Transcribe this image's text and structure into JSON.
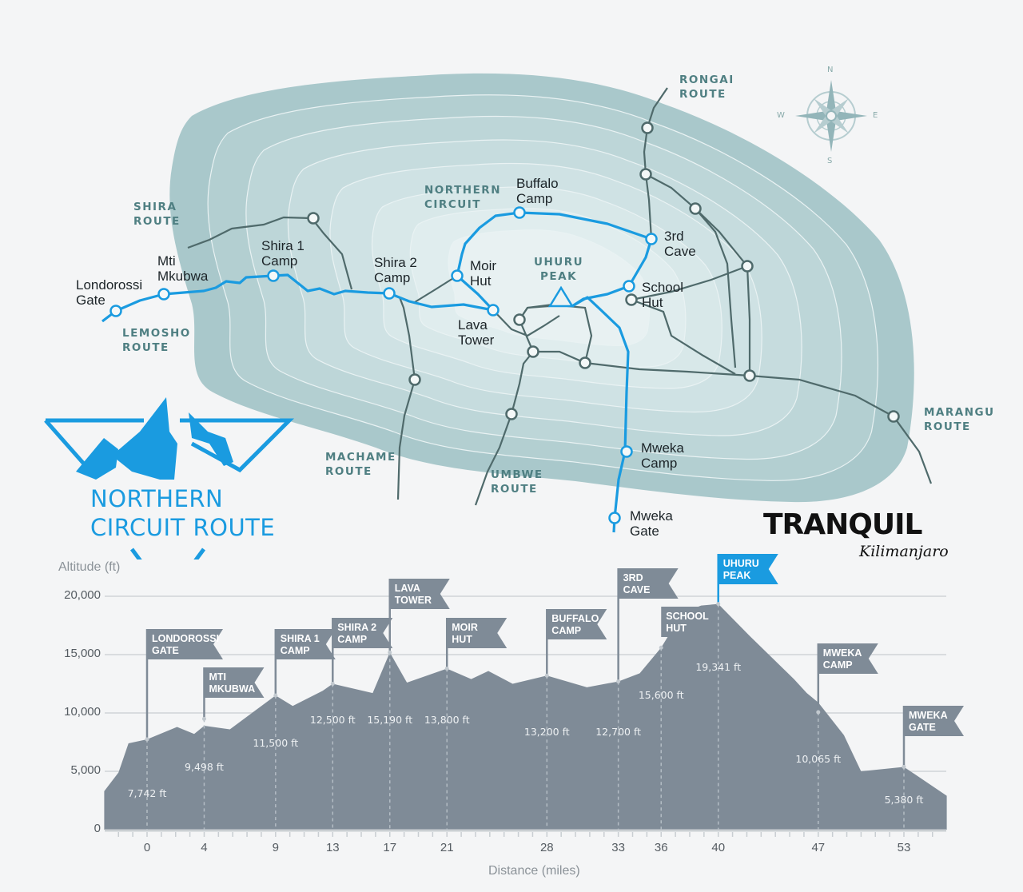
{
  "title": "NORTHERN\nCIRCUIT ROUTE",
  "map": {
    "routes": {
      "shira": "SHIRA\nROUTE",
      "lemosho": "LEMOSHO\nROUTE",
      "northern_circuit": "NORTHERN\nCIRCUIT",
      "machame": "MACHAME\nROUTE",
      "umbwe": "UMBWE\nROUTE",
      "rongai": "RONGAI\nROUTE",
      "marangu": "MARANGU\nROUTE"
    },
    "peak": "UHURU\nPEAK",
    "camps": {
      "londorossi": "Londorossi\nGate",
      "mti": "Mti\nMkubwa",
      "shira1": "Shira 1\nCamp",
      "shira2": "Shira 2\nCamp",
      "moir": "Moir\nHut",
      "lava": "Lava\nTower",
      "buffalo": "Buffalo\nCamp",
      "third_cave": "3rd\nCave",
      "school": "School\nHut",
      "mweka_camp": "Mweka\nCamp",
      "mweka_gate": "Mweka\nGate"
    },
    "compass": {
      "n": "N",
      "e": "E",
      "s": "S",
      "w": "W"
    }
  },
  "logo": {
    "main": "TRANQUIL",
    "sub": "Kilimanjaro"
  },
  "colors": {
    "route": "#1a9be0",
    "other_route": "#4f6a6b",
    "profile": "#7f8b97",
    "peak_flag": "#1a9be0",
    "label": "#4f7f82"
  },
  "chart_data": {
    "type": "area",
    "title": "",
    "xlabel": "Distance (miles)",
    "ylabel": "Altitude (ft)",
    "xlim": [
      -3,
      56
    ],
    "ylim": [
      0,
      20000
    ],
    "yticks": [
      0,
      5000,
      10000,
      15000,
      20000
    ],
    "ytick_labels": [
      "0",
      "5,000",
      "10,000",
      "15,000",
      "20,000"
    ],
    "grid": true,
    "profile": [
      [
        -3,
        3300
      ],
      [
        -2,
        4900
      ],
      [
        -1.3,
        7400
      ],
      [
        0,
        7742
      ],
      [
        2.1,
        8800
      ],
      [
        3.3,
        8200
      ],
      [
        4,
        8900
      ],
      [
        5.8,
        8600
      ],
      [
        9,
        11500
      ],
      [
        10.2,
        10600
      ],
      [
        12.3,
        11900
      ],
      [
        13,
        12500
      ],
      [
        15.8,
        11700
      ],
      [
        17,
        15190
      ],
      [
        18.2,
        12600
      ],
      [
        21,
        13800
      ],
      [
        22.7,
        12900
      ],
      [
        23.9,
        13600
      ],
      [
        25.6,
        12500
      ],
      [
        28,
        13200
      ],
      [
        30.8,
        12200
      ],
      [
        33,
        12700
      ],
      [
        34.5,
        13400
      ],
      [
        36,
        15600
      ],
      [
        37.5,
        18600
      ],
      [
        38.8,
        19200
      ],
      [
        40,
        19341
      ],
      [
        42.2,
        16600
      ],
      [
        45.3,
        12900
      ],
      [
        46.2,
        11700
      ],
      [
        47,
        10900
      ],
      [
        48.8,
        8100
      ],
      [
        50,
        5000
      ],
      [
        53,
        5380
      ],
      [
        56,
        2900
      ]
    ],
    "stations": [
      {
        "name": "LONDOROSSI\nGATE",
        "mile": 0,
        "altitude": 7742,
        "label": "7,742 ft",
        "tick": "0"
      },
      {
        "name": "MTI\nMKUBWA",
        "mile": 4,
        "altitude": 9498,
        "label": "9,498 ft",
        "tick": "4"
      },
      {
        "name": "SHIRA 1\nCAMP",
        "mile": 9,
        "altitude": 11500,
        "label": "11,500 ft",
        "tick": "9"
      },
      {
        "name": "SHIRA 2\nCAMP",
        "mile": 13,
        "altitude": 12500,
        "label": "12,500 ft",
        "tick": "13"
      },
      {
        "name": "LAVA\nTOWER",
        "mile": 17,
        "altitude": 15190,
        "label": "15,190 ft",
        "tick": "17"
      },
      {
        "name": "MOIR\nHUT",
        "mile": 21,
        "altitude": 13800,
        "label": "13,800 ft",
        "tick": "21"
      },
      {
        "name": "BUFFALO\nCAMP",
        "mile": 28,
        "altitude": 13200,
        "label": "13,200 ft",
        "tick": "28"
      },
      {
        "name": "3RD\nCAVE",
        "mile": 33,
        "altitude": 12700,
        "label": "12,700 ft",
        "tick": "33"
      },
      {
        "name": "SCHOOL\nHUT",
        "mile": 36,
        "altitude": 15600,
        "label": "15,600 ft",
        "tick": "36"
      },
      {
        "name": "UHURU\nPEAK",
        "mile": 40,
        "altitude": 19341,
        "label": "19,341 ft",
        "tick": "40",
        "highlight": true
      },
      {
        "name": "MWEKA\nCAMP",
        "mile": 47,
        "altitude": 10065,
        "label": "10,065 ft",
        "tick": "47"
      },
      {
        "name": "MWEKA\nGATE",
        "mile": 53,
        "altitude": 5380,
        "label": "5,380 ft",
        "tick": "53"
      }
    ]
  }
}
